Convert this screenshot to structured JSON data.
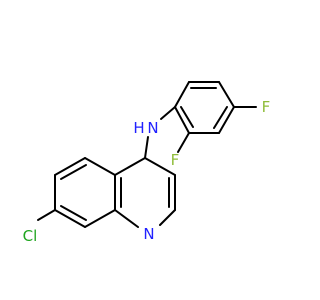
{
  "molecule": {
    "atoms": {
      "fluorine_para": {
        "symbol": "F",
        "color": "#8FBC3A"
      },
      "fluorine_ortho": {
        "symbol": "F",
        "color": "#8FBC3A"
      },
      "amine": {
        "symbol": "N",
        "hydrogen": "H",
        "color": "#2121FF"
      },
      "ring_nitrogen": {
        "symbol": "N",
        "color": "#2121FF"
      },
      "chlorine": {
        "symbol": "Cl",
        "color": "#1FA51F"
      }
    },
    "bond_color": "#000000"
  }
}
